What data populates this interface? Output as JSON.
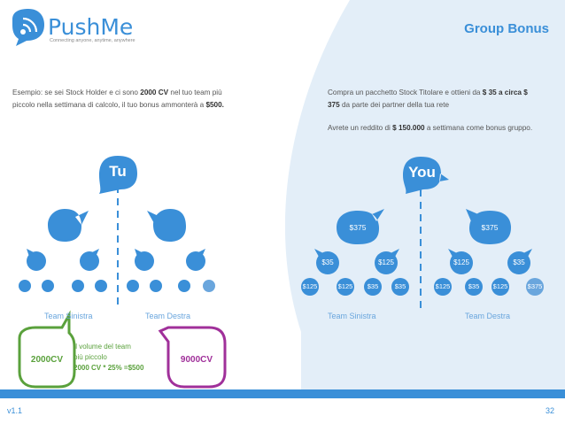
{
  "brand": {
    "name": "PushMe",
    "tagline": "Connecting anyone, anytime, anywhere"
  },
  "slide_title": "Group Bonus",
  "left": {
    "p1": "Esempio: se sei Stock Holder e ci sono ",
    "p1_bold": "2000 CV",
    "p2": " nel tuo team più piccolo nella settimana di calcolo, il tuo bonus ammonterà a ",
    "p2_bold": "$500.",
    "root_label": "Tu",
    "team_left": "Team Sinistra",
    "team_right": "Team Destra",
    "badge_left": "2000CV",
    "badge_right": "9000CV",
    "note_line1": "Il volume del team",
    "note_line2": "più piccolo",
    "note_line3": "2000 CV * 25% =$500"
  },
  "right": {
    "p1": "Compra un pacchetto Stock Titolare e ottieni da ",
    "p1_bold": "$ 35 a circa $ 375",
    "p2": " da parte dei partner della tua rete",
    "p3": "Avrete un reddito di ",
    "p3_bold": "$ 150.000",
    "p4": " a settimana come bonus gruppo.",
    "root_label": "You",
    "team_left": "Team Sinistra",
    "team_right": "Team Destra",
    "l1_left": "$375",
    "l1_right": "$375",
    "l2": [
      "$35",
      "$125",
      "$125",
      "$35"
    ],
    "l3": [
      "$125",
      "$125",
      "$35",
      "$35",
      "$125",
      "$35",
      "$125",
      "$375"
    ]
  },
  "footer": {
    "version": "v1.1",
    "page": "32"
  },
  "colors": {
    "blue": "#3a8fd8",
    "light_bg": "#e3eef8",
    "green": "#5aa13c",
    "purple": "#a0309a"
  }
}
